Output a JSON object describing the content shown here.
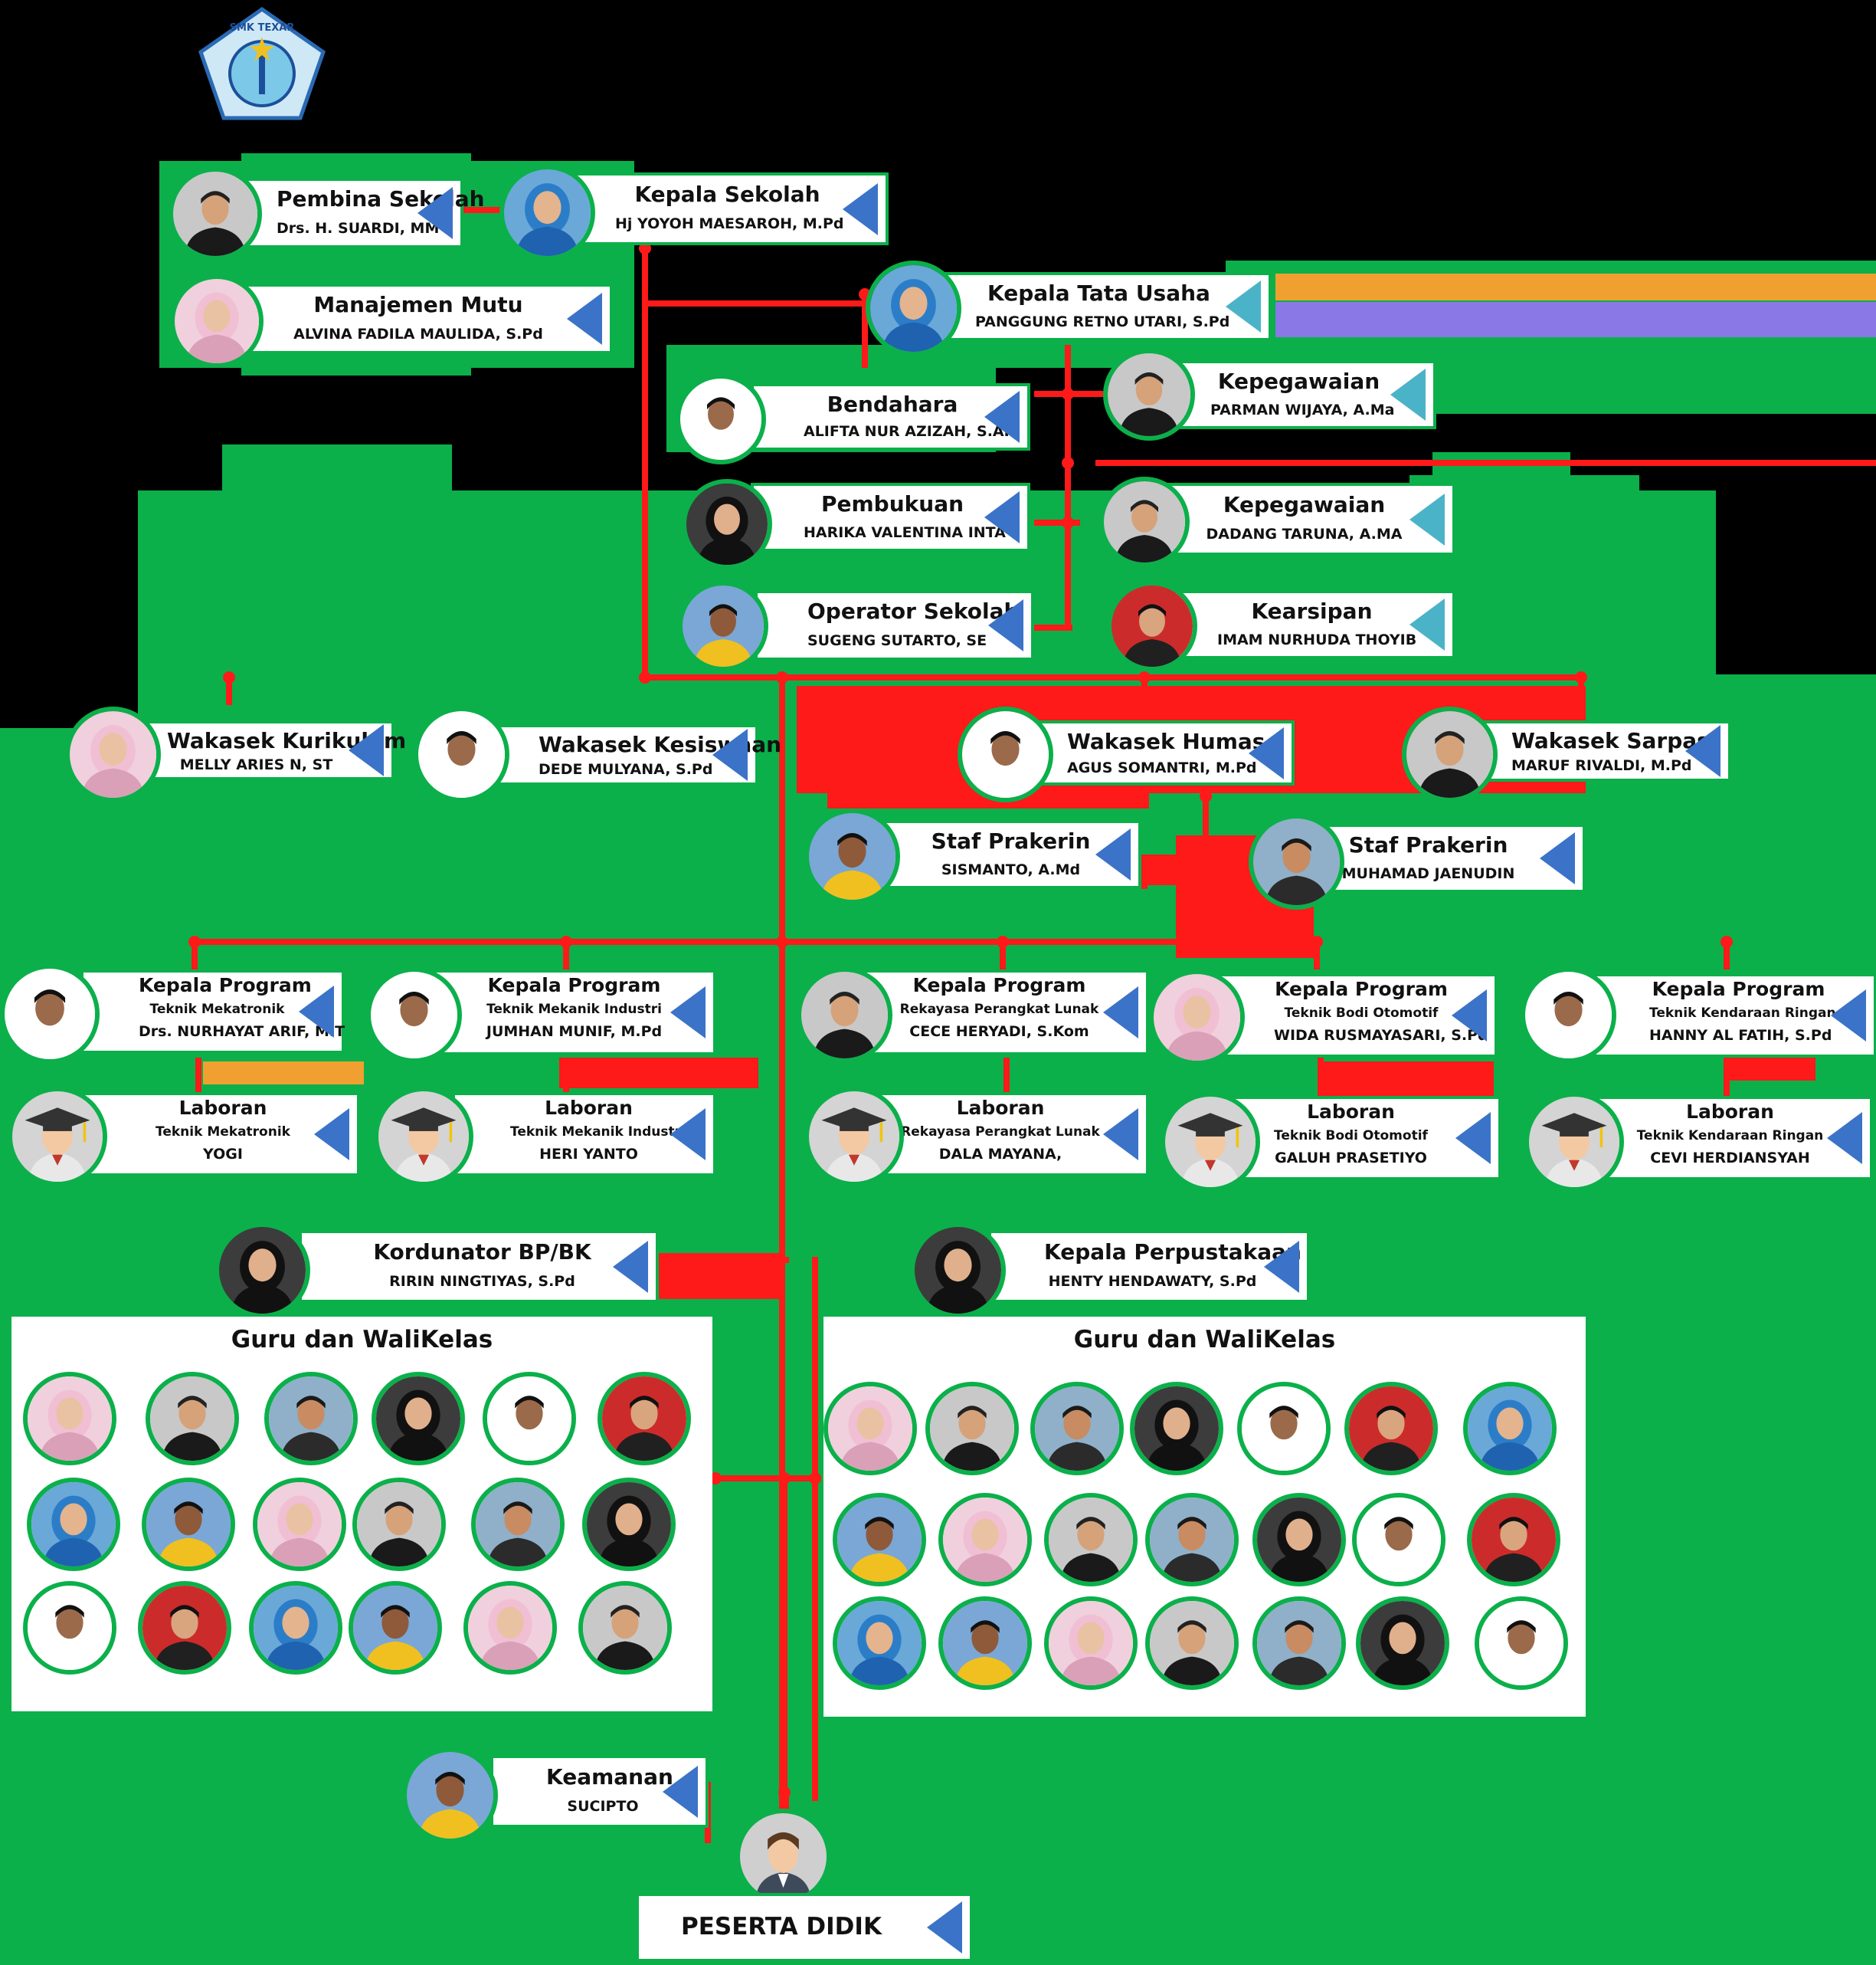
{
  "logo_text": "SMK TEXAR",
  "cards": [
    {
      "id": "pembina",
      "title": "Pembina Sekolah",
      "name": "Drs. H. SUARDI, MM"
    },
    {
      "id": "kepsek",
      "title": "Kepala Sekolah",
      "name": "Hj YOYOH MAESAROH, M.Pd"
    },
    {
      "id": "mutu",
      "title": "Manajemen Mutu",
      "name": "ALVINA FADILA MAULIDA, S.Pd"
    },
    {
      "id": "tu",
      "title": "Kepala Tata Usaha",
      "name": "PANGGUNG RETNO UTARI, S.Pd"
    },
    {
      "id": "bendahara",
      "title": "Bendahara",
      "name": "ALIFTA NUR AZIZAH, S.AK"
    },
    {
      "id": "kepeg1",
      "title": "Kepegawaian",
      "name": "PARMAN WIJAYA, A.Ma"
    },
    {
      "id": "pembukuan",
      "title": "Pembukuan",
      "name": "HARIKA VALENTINA INTA"
    },
    {
      "id": "kepeg2",
      "title": "Kepegawaian",
      "name": "DADANG TARUNA, A.MA"
    },
    {
      "id": "operator",
      "title": "Operator Sekolah",
      "name": "SUGENG SUTARTO, SE"
    },
    {
      "id": "arsip",
      "title": "Kearsipan",
      "name": "IMAM NURHUDA THOYIB"
    },
    {
      "id": "kurikulum",
      "title": "Wakasek Kurikulum",
      "name": "MELLY ARIES N, ST"
    },
    {
      "id": "kesiswaan",
      "title": "Wakasek Kesiswaan",
      "name": "DEDE MULYANA, S.Pd"
    },
    {
      "id": "humas",
      "title": "Wakasek Humas",
      "name": "AGUS SOMANTRI, M.Pd"
    },
    {
      "id": "sarpas",
      "title": "Wakasek Sarpas",
      "name": "MARUF RIVALDI, M.Pd"
    },
    {
      "id": "staf1",
      "title": "Staf Prakerin",
      "name": "SISMANTO, A.Md"
    },
    {
      "id": "staf2",
      "title": "Staf Prakerin",
      "name": "MUHAMAD JAENUDIN"
    },
    {
      "id": "kp1",
      "title": "Kepala Program",
      "dept": "Teknik Mekatronik",
      "name": "Drs. NURHAYAT ARIF, M.T"
    },
    {
      "id": "kp2",
      "title": "Kepala Program",
      "dept": "Teknik Mekanik Industri",
      "name": "JUMHAN MUNIF, M.Pd"
    },
    {
      "id": "kp3",
      "title": "Kepala Program",
      "dept": "Rekayasa Perangkat Lunak",
      "name": "CECE HERYADI, S.Kom"
    },
    {
      "id": "kp4",
      "title": "Kepala Program",
      "dept": "Teknik Bodi Otomotif",
      "name": "WIDA RUSMAYASARI, S.Pd"
    },
    {
      "id": "kp5",
      "title": "Kepala Program",
      "dept": "Teknik Kendaraan Ringan",
      "name": "HANNY AL FATIH, S.Pd"
    },
    {
      "id": "lab1",
      "title": "Laboran",
      "dept": "Teknik Mekatronik",
      "name": "YOGI"
    },
    {
      "id": "lab2",
      "title": "Laboran",
      "dept": "Teknik Mekanik Industri",
      "name": "HERI YANTO"
    },
    {
      "id": "lab3",
      "title": "Laboran",
      "dept": "Rekayasa Perangkat Lunak",
      "name": "DALA MAYANA,"
    },
    {
      "id": "lab4",
      "title": "Laboran",
      "dept": "Teknik Bodi Otomotif",
      "name": "GALUH PRASETIYO"
    },
    {
      "id": "lab5",
      "title": "Laboran",
      "dept": "Teknik Kendaraan Ringan",
      "name": "CEVI HERDIANSYAH"
    },
    {
      "id": "bk",
      "title": "Kordunator BP/BK",
      "name": "RIRIN NINGTIYAS, S.Pd"
    },
    {
      "id": "perpus",
      "title": "Kepala Perpustakaan",
      "name": "HENTY HENDAWATY, S.Pd"
    },
    {
      "id": "keamanan",
      "title": "Keamanan",
      "name": "SUCIPTO"
    }
  ],
  "panels": [
    {
      "title": "Guru dan WaliKelas"
    },
    {
      "title": "Guru dan WaliKelas"
    }
  ],
  "peserta": "PESERTA DIDIK"
}
